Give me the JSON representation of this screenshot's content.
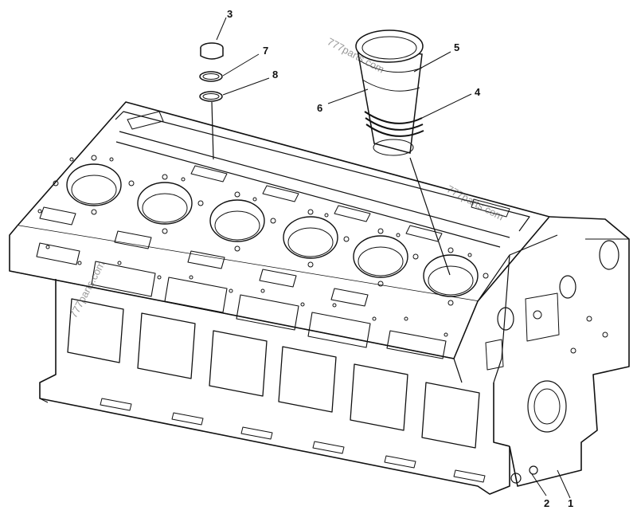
{
  "diagram": {
    "callouts": [
      "1",
      "2",
      "3",
      "4",
      "5",
      "6",
      "7",
      "8"
    ],
    "watermarks": [
      "777parts.com",
      "777parts.com",
      "777parts.com"
    ]
  }
}
